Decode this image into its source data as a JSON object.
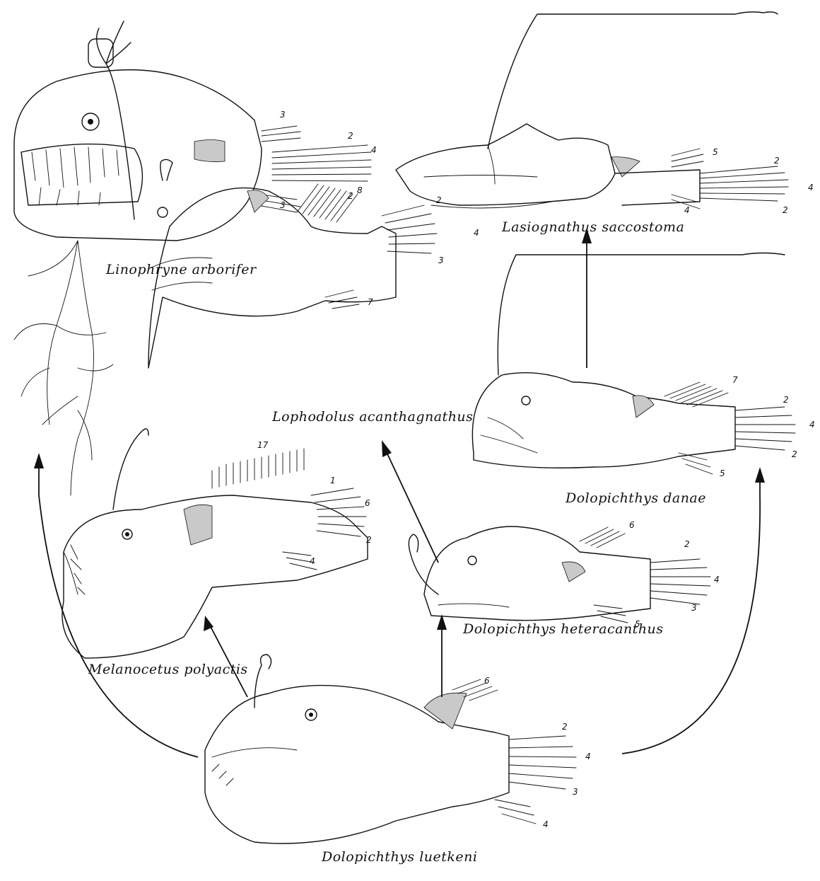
{
  "species": {
    "linophryne": "Linophryne arborifer",
    "lasiognathus": "Lasiognathus saccostoma",
    "lophodolus": "Lophodolus acanthagnathus",
    "dolopichthys_danae": "Dolopichthys danae",
    "melanocetus": "Melanocetus polyactis",
    "dolopichthys_heteracanthus": "Dolopichthys heteracanthus",
    "dolopichthys_luetkeni": "Dolopichthys luetkeni"
  },
  "fin_ray_counts": {
    "linophryne": [
      "3",
      "2",
      "4",
      "2",
      "3"
    ],
    "lasiognathus": [
      "5",
      "2",
      "4",
      "2",
      "4"
    ],
    "lophodolus": [
      "8",
      "2",
      "4",
      "3",
      "7"
    ],
    "dolopichthys_danae": [
      "7",
      "2",
      "4",
      "2",
      "5"
    ],
    "melanocetus": [
      "17",
      "1",
      "6",
      "2",
      "4"
    ],
    "dolopichthys_heteracanthus": [
      "6",
      "2",
      "4",
      "3",
      "5"
    ],
    "dolopichthys_luetkeni": [
      "6",
      "2",
      "4",
      "3",
      "4"
    ]
  },
  "colors": {
    "ink": "#111111",
    "fin_shade": "#c9c9c9",
    "paper": "#ffffff"
  }
}
